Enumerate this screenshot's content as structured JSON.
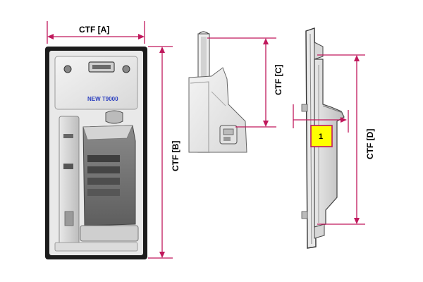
{
  "labels": {
    "ctf_a": "CTF [A]",
    "ctf_b": "CTF [B]",
    "ctf_c": "CTF [C]",
    "ctf_d": "CTF [D]"
  },
  "model_text": "NEW T9000",
  "callout_number": "1",
  "colors": {
    "dimension_line": "#c0185c",
    "callout_fill": "#ffff00",
    "callout_border": "#c0185c",
    "model_text": "#2b3fbf"
  },
  "icons": [
    "front-view-drawing",
    "side-view-detail-drawing",
    "side-profile-drawing"
  ]
}
